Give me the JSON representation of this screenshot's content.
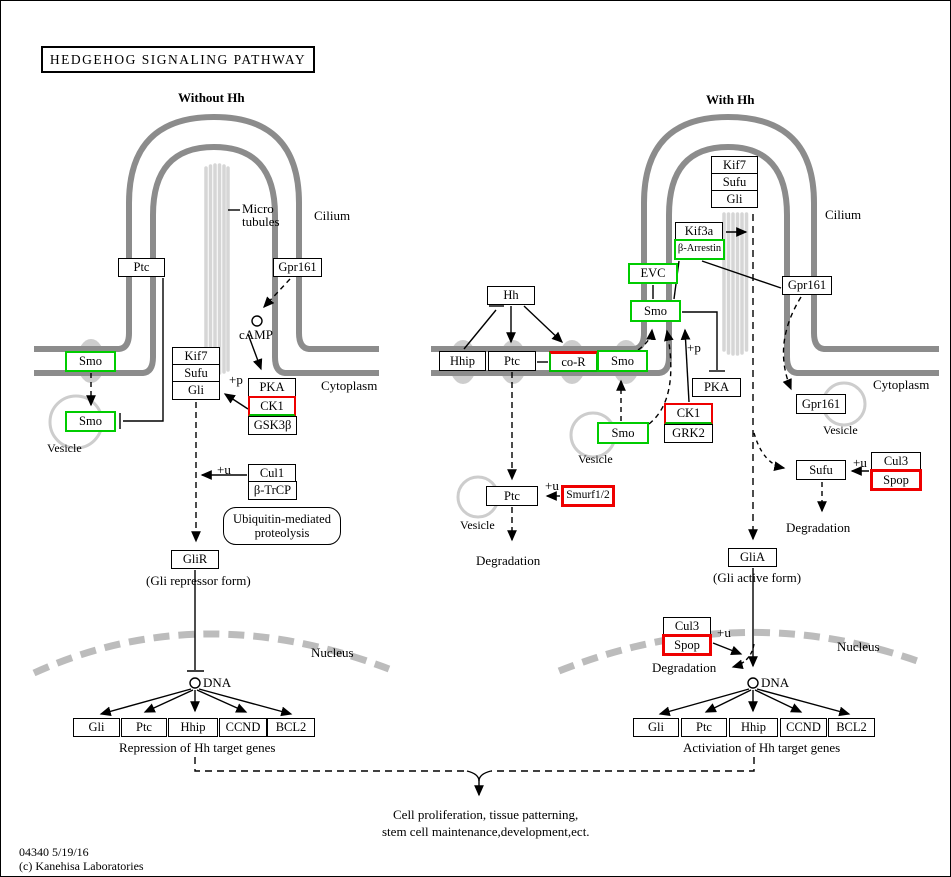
{
  "title": "HEDGEHOG SIGNALING PATHWAY",
  "footer": {
    "map_id": "04340 5/19/16",
    "copyright": "(c) Kanehisa Laboratories"
  },
  "colors": {
    "highlight_green": "#00cc00",
    "highlight_red": "#ee0000",
    "membrane_gray": "#8c8c8c"
  },
  "left_panel": {
    "heading": "Without Hh",
    "cilium_label": "Cilium",
    "microtubules_label_line1": "Micro",
    "microtubules_label_line2": "tubules",
    "cytoplasm_label": "Cytoplasm",
    "vesicle_label": "Vesicle",
    "nucleus_label": "Nucleus",
    "dna_label": "DNA",
    "camp_label": "cAMP",
    "plus_p": "+p",
    "plus_u": "+u",
    "nodes": {
      "ptc": "Ptc",
      "gpr161": "Gpr161",
      "smo_membrane": "Smo",
      "smo_vesicle": "Smo",
      "kif7": "Kif7",
      "sufu": "Sufu",
      "gli": "Gli",
      "pka": "PKA",
      "ck1": "CK1",
      "gsk3b": "GSK3β",
      "cul1": "Cul1",
      "btrcp": "β-TrCP",
      "glir": "GliR"
    },
    "glir_caption": "(Gli repressor form)",
    "ubiquitin_note_line1": "Ubiquitin-mediated",
    "ubiquitin_note_line2": "proteolysis",
    "genes": [
      "Gli",
      "Ptc",
      "Hhip",
      "CCND",
      "BCL2"
    ],
    "genes_caption": "Repression of Hh target genes"
  },
  "right_panel": {
    "heading": "With Hh",
    "cilium_label": "Cilium",
    "cytoplasm_label": "Cytoplasm",
    "nucleus_label": "Nucleus",
    "dna_label": "DNA",
    "plus_p": "+p",
    "plus_u_smurf": "+u",
    "plus_u_sufu": "+u",
    "plus_u_spop": "+u",
    "vesicle_label_smo": "Vesicle",
    "vesicle_label_ptc": "Vesicle",
    "vesicle_label_gpr161": "Vesicle",
    "degradation_ptc": "Degradation",
    "degradation_sufu": "Degradation",
    "degradation_gli": "Degradation",
    "nodes": {
      "kif7": "Kif7",
      "sufu": "Sufu",
      "gli": "Gli",
      "kif3a": "Kif3a",
      "b_arrestin": "β-Arrestin",
      "evc": "EVC",
      "smo_cilium": "Smo",
      "gpr161_cilium": "Gpr161",
      "gpr161_vesicle": "Gpr161",
      "hh": "Hh",
      "hhip": "Hhip",
      "ptc_membrane": "Ptc",
      "co_r": "co-R",
      "smo_membrane": "Smo",
      "smo_vesicle": "Smo",
      "pka": "PKA",
      "ck1": "CK1",
      "grk2": "GRK2",
      "sufu_cyto": "Sufu",
      "cul3": "Cul3",
      "spop": "Spop",
      "ptc_vesicle": "Ptc",
      "smurf12": "Smurf1/2",
      "glia": "GliA",
      "cul3_nucleus": "Cul3",
      "spop_nucleus": "Spop"
    },
    "glia_caption": "(Gli active form)",
    "genes": [
      "Gli",
      "Ptc",
      "Hhip",
      "CCND",
      "BCL2"
    ],
    "genes_caption": "Activiation of Hh target genes"
  },
  "outcome": {
    "line1": "Cell proliferation, tissue patterning,",
    "line2": "stem cell maintenance,development,ect."
  }
}
